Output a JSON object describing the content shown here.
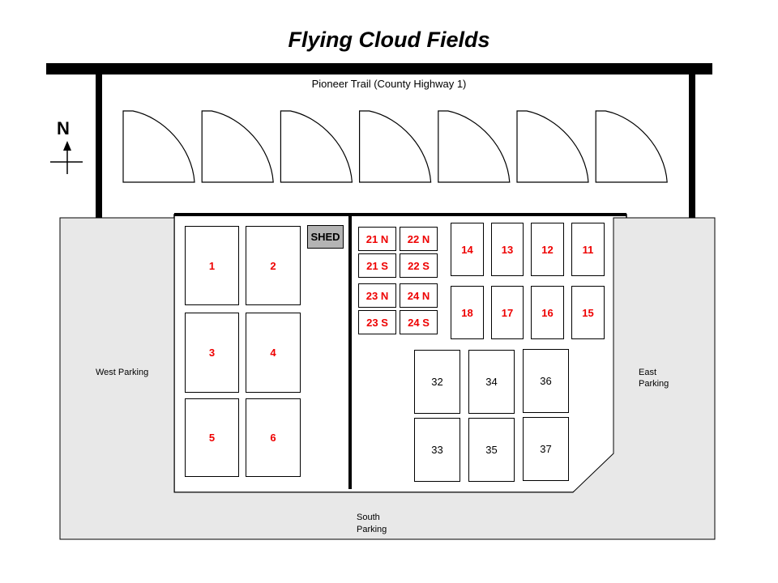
{
  "title": "Flying Cloud Fields",
  "road": {
    "label": "Pioneer Trail (County Highway 1)"
  },
  "compass": {
    "label": "N"
  },
  "parking": {
    "west": "West Parking",
    "east_line1": "East",
    "east_line2": "Parking",
    "south_line1": "South",
    "south_line2": "Parking"
  },
  "shed": {
    "label": "SHED"
  },
  "baseball_fields": {
    "count": 7
  },
  "fields_west": [
    "1",
    "2",
    "3",
    "4",
    "5",
    "6"
  ],
  "fields_small": [
    "21 N",
    "22 N",
    "21 S",
    "22 S",
    "23 N",
    "24 N",
    "23 S",
    "24 S"
  ],
  "fields_east_top": [
    "14",
    "13",
    "12",
    "11"
  ],
  "fields_east_bottom": [
    "18",
    "17",
    "16",
    "15"
  ],
  "fields_south_top": [
    "32",
    "34",
    "36"
  ],
  "fields_south_bottom": [
    "33",
    "35",
    "37"
  ],
  "colors": {
    "highlight_text": "#ee0000",
    "parking": "#e8e8e8",
    "shed": "#b4b4b4"
  }
}
